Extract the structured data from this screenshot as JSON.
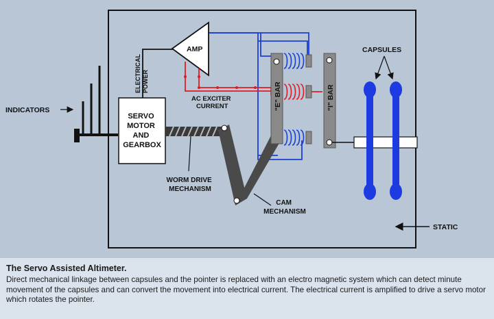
{
  "labels": {
    "indicators": "INDICATORS",
    "amp": "AMP",
    "electrical_power_1": "ELECTRICAL",
    "electrical_power_2": "POWER",
    "ac_exciter_1": "AC EXCITER",
    "ac_exciter_2": "CURRENT",
    "servo_1": "SERVO",
    "servo_2": "MOTOR",
    "servo_3": "AND",
    "servo_4": "GEARBOX",
    "worm_1": "WORM DRIVE",
    "worm_2": "MECHANISM",
    "cam_1": "CAM",
    "cam_2": "MECHANISM",
    "e_bar": "\"E\" BAR",
    "i_bar": "\"I\" BAR",
    "capsules": "CAPSULES",
    "static": "STATIC"
  },
  "caption": {
    "title": "The Servo Assisted Altimeter.",
    "text": "Direct mechanical linkage between capsules and the pointer is replaced with an electro magnetic system which can detect minute movement of the capsules and can convert the movement into electrical current. The electrical current is amplified to drive a servo motor which rotates the pointer."
  },
  "colors": {
    "background": "#b9c6d6",
    "caption_bg": "#dbe3ec",
    "wire_blue": "#1a3fd6",
    "wire_red": "#e01b24",
    "capsule_blue": "#1d3be0",
    "bar_gray": "#8a8a8a",
    "linkage_gray": "#4a4a4a"
  },
  "icons": [
    "arrow-left-icon",
    "arrow-right-icon",
    "coil-icon",
    "pivot-icon"
  ]
}
